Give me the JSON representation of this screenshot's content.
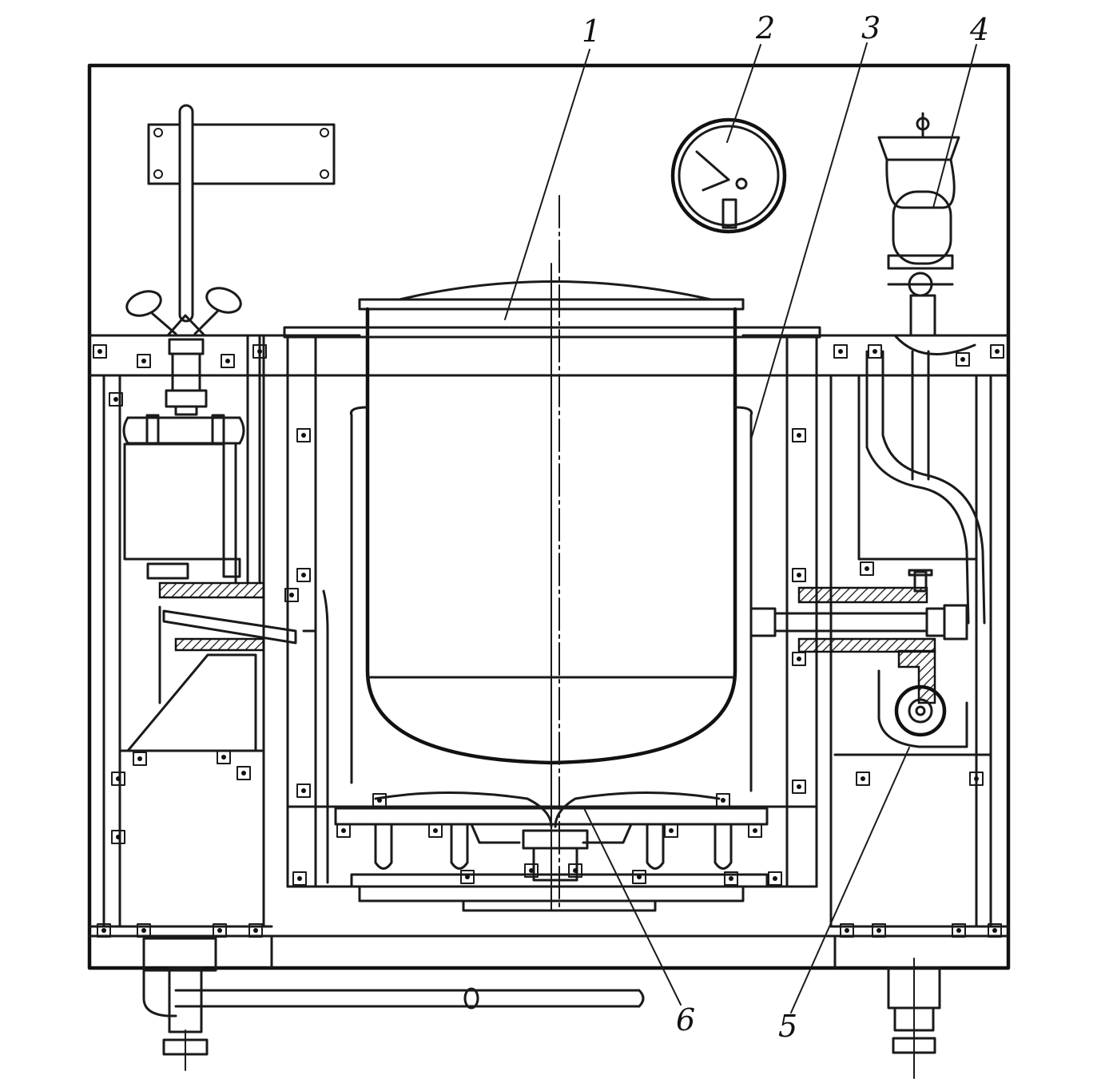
{
  "callouts": [
    {
      "id": "callout-1",
      "label": "1"
    },
    {
      "id": "callout-2",
      "label": "2"
    },
    {
      "id": "callout-3",
      "label": "3"
    },
    {
      "id": "callout-4",
      "label": "4"
    },
    {
      "id": "callout-5",
      "label": "5"
    },
    {
      "id": "callout-6",
      "label": "6"
    }
  ],
  "colors": {
    "ink": "#1a1a1a",
    "paper": "#ffffff"
  }
}
